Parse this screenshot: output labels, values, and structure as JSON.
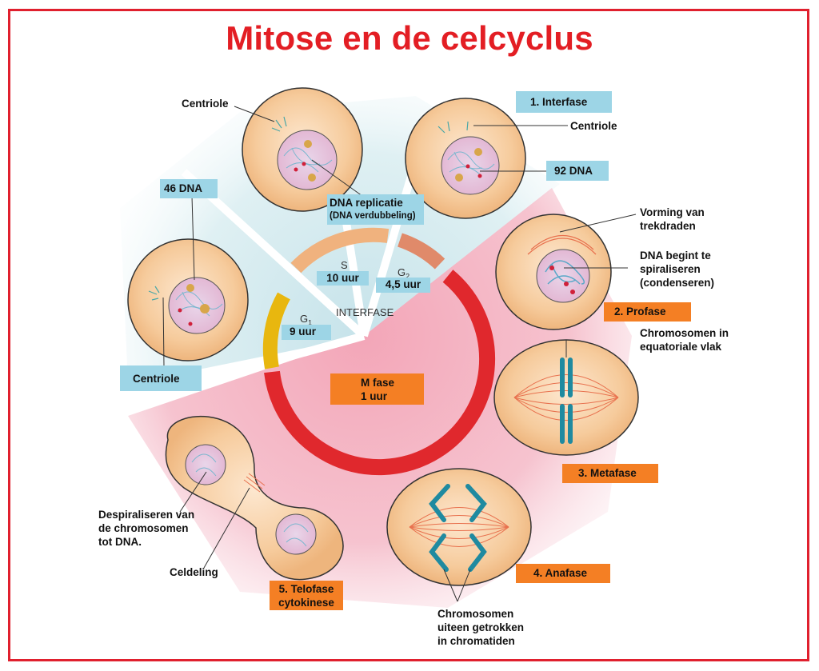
{
  "title": "Mitose en de celcyclus",
  "colors": {
    "title": "#e31e24",
    "frame": "#e0202e",
    "label_blue": "#9dd5e6",
    "label_orange": "#f47f24",
    "cell": "#f5c99a",
    "g1_arc": "#e8b70f",
    "s_arc": "#f0b27e",
    "g2_arc": "#e08a6a",
    "m_arc": "#e0282d"
  },
  "cycle": {
    "center_label": "INTERFASE",
    "phases": [
      {
        "name": "G",
        "sub": "1",
        "duration": "9 uur"
      },
      {
        "name": "S",
        "sub": "",
        "duration": "10 uur"
      },
      {
        "name": "G",
        "sub": "2",
        "duration": "4,5 uur"
      },
      {
        "name": "M fase",
        "sub": "",
        "duration": "1 uur"
      }
    ]
  },
  "stages": [
    {
      "label": "1. Interfase"
    },
    {
      "label": "2. Profase"
    },
    {
      "label": "3. Metafase"
    },
    {
      "label": "4. Anafase"
    },
    {
      "label": "5. Telofase",
      "label2": "cytokinese"
    }
  ],
  "annotations": {
    "centriole_top": "Centriole",
    "centriole_right": "Centriole",
    "centriole_left": "Centriole",
    "dna_46": "46 DNA",
    "dna_92": "92 DNA",
    "dna_replication": "DNA replicatie",
    "dna_replication_sub": "(DNA verdubbeling)",
    "spindle": [
      "Vorming van",
      "trekdraden"
    ],
    "condense": [
      "DNA begint te",
      "spiraliseren",
      "(condenseren)"
    ],
    "equator": [
      "Chromosomen in",
      "equatoriale vlak"
    ],
    "anaphase": [
      "Chromosomen",
      "uiteen getrokken",
      "in chromatiden"
    ],
    "despiral": [
      "Despiraliseren van",
      "de chromosomen",
      "tot DNA."
    ],
    "division": "Celdeling"
  }
}
